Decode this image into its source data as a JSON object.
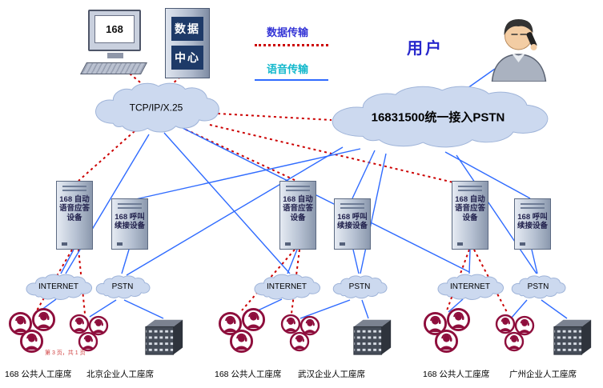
{
  "legend": {
    "data_label": "数据传输",
    "voice_label": "语音传输"
  },
  "user": {
    "label": "用户"
  },
  "computer": {
    "screen_label": "168"
  },
  "data_center": {
    "lines": [
      "数据",
      "中心"
    ]
  },
  "clouds": {
    "tcpip_label": "TCP/IP/X.25",
    "main_pstn_label": "16831500统一接入PSTN",
    "internet_label": "INTERNET",
    "pstn_label": "PSTN"
  },
  "sites": [
    {
      "ivr_tower": [
        "168 自动",
        "语音应答",
        "设备"
      ],
      "call_tower": [
        "168 呼叫",
        "续接设备"
      ],
      "public_seats_label": "168 公共人工座席",
      "enterprise_seats_label": "北京企业人工座席"
    },
    {
      "ivr_tower": [
        "168 自动",
        "语音应答",
        "设备"
      ],
      "call_tower": [
        "168 呼叫",
        "续接设备"
      ],
      "public_seats_label": "168 公共人工座席",
      "enterprise_seats_label": "武汉企业人工座席"
    },
    {
      "ivr_tower": [
        "168 自动",
        "语音应答",
        "设备"
      ],
      "call_tower": [
        "168 呼叫",
        "续接设备"
      ],
      "public_seats_label": "168 公共人工座席",
      "enterprise_seats_label": "广州企业人工座席"
    }
  ],
  "footnote": "第 3 页，共 1 页",
  "colors": {
    "data_line": "#cc0000",
    "voice_line": "#2f6bff",
    "operator": "#8e0e3c",
    "cloud_fill": "#ccd9ef",
    "cloud_stroke": "#9fb4d9"
  },
  "edges": {
    "data": [
      [
        162,
        92,
        193,
        118
      ],
      [
        225,
        96,
        203,
        116
      ],
      [
        272,
        142,
        414,
        150
      ],
      [
        168,
        164,
        98,
        226
      ],
      [
        232,
        162,
        370,
        226
      ],
      [
        262,
        156,
        566,
        228
      ],
      [
        90,
        312,
        46,
        388
      ],
      [
        98,
        312,
        106,
        392
      ],
      [
        368,
        312,
        302,
        388
      ],
      [
        374,
        312,
        364,
        392
      ],
      [
        586,
        312,
        558,
        388
      ],
      [
        592,
        312,
        634,
        392
      ]
    ],
    "voice": [
      [
        618,
        86,
        584,
        110
      ],
      [
        450,
        186,
        165,
        250
      ],
      [
        468,
        188,
        440,
        248
      ],
      [
        556,
        190,
        662,
        248
      ],
      [
        428,
        184,
        158,
        344
      ],
      [
        482,
        192,
        450,
        342
      ],
      [
        570,
        194,
        670,
        342
      ],
      [
        205,
        166,
        362,
        342
      ],
      [
        228,
        160,
        586,
        340
      ],
      [
        186,
        168,
        82,
        342
      ],
      [
        92,
        312,
        76,
        342
      ],
      [
        161,
        312,
        152,
        342
      ],
      [
        371,
        312,
        359,
        342
      ],
      [
        441,
        312,
        448,
        342
      ],
      [
        587,
        312,
        586,
        342
      ],
      [
        664,
        312,
        671,
        342
      ],
      [
        70,
        374,
        48,
        390
      ],
      [
        145,
        375,
        112,
        396
      ],
      [
        155,
        375,
        204,
        398
      ],
      [
        352,
        374,
        318,
        390
      ],
      [
        437,
        375,
        375,
        398
      ],
      [
        452,
        375,
        460,
        398
      ],
      [
        578,
        374,
        560,
        390
      ],
      [
        658,
        375,
        638,
        398
      ],
      [
        676,
        375,
        708,
        398
      ]
    ]
  }
}
